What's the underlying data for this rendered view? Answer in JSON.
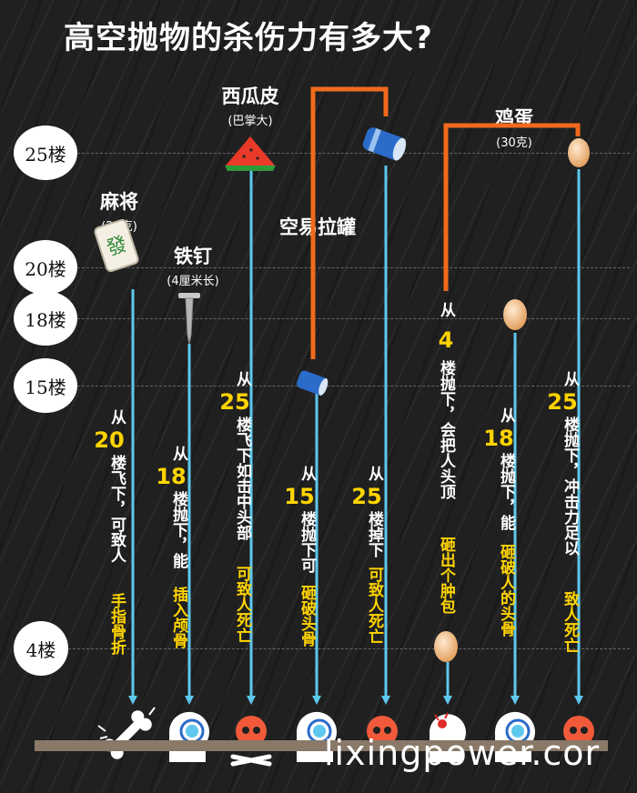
{
  "title": "高空抛物的杀伤力有多大?",
  "floors": [
    {
      "label": "25楼"
    },
    {
      "label": "20楼"
    },
    {
      "label": "18楼"
    },
    {
      "label": "15楼"
    },
    {
      "label": "4楼"
    }
  ],
  "objects": {
    "mahjong": {
      "name": "麻将",
      "detail": "(20克)",
      "tile_glyph": "發"
    },
    "nail": {
      "name": "铁钉",
      "detail": "(4厘米长)"
    },
    "watermelon": {
      "name": "西瓜皮",
      "detail": "(巴掌大)"
    },
    "can": {
      "name": "空易拉罐"
    },
    "egg": {
      "name": "鸡蛋",
      "detail": "(30克)"
    }
  },
  "columns": [
    {
      "pre": "从",
      "num": "20",
      "text": "楼飞下，可致人",
      "hl": "手指骨折"
    },
    {
      "pre": "从",
      "num": "18",
      "text": "楼抛下，能",
      "hl": "插入颅骨"
    },
    {
      "pre": "从",
      "num": "25",
      "text": "楼飞下如击中头部",
      "hl": "可致人死亡"
    },
    {
      "pre": "从",
      "num": "15",
      "text": "楼抛下可",
      "hl": "砸破头骨"
    },
    {
      "pre": "从",
      "num": "25",
      "text": "楼掉下",
      "hl": "可致人死亡"
    },
    {
      "pre": "从",
      "num": "4",
      "text": "楼抛下，会把人头顶",
      "hl": "砸出个肿包"
    },
    {
      "pre": "从",
      "num": "18",
      "text": "楼抛下，能",
      "hl": "砸破人的头骨"
    },
    {
      "pre": "从",
      "num": "25",
      "text": "楼抛下，冲击力足以",
      "hl": "致人死亡"
    }
  ],
  "outcome_icons": [
    "broken-bone-icon",
    "head-injury-icon",
    "skull-icon",
    "head-injury-icon",
    "skull-icon",
    "head-bump-icon",
    "head-injury-icon",
    "skull-icon"
  ],
  "watermark": "lixingpower.cor",
  "colors": {
    "arrow": "#5ec8ee",
    "orange": "#f26a1b",
    "highlight": "#ffd400",
    "skull": "#f05a3a",
    "background": "#202020"
  }
}
